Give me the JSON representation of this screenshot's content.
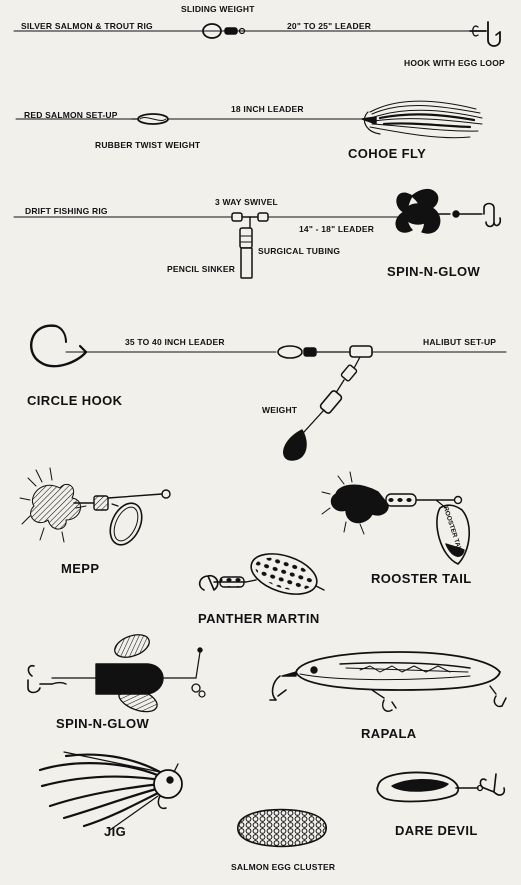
{
  "rigs": {
    "silver_salmon": {
      "name": "SILVER SALMON & TROUT RIG",
      "weight": "SLIDING WEIGHT",
      "leader": "20\" TO 25\" LEADER",
      "hook": "HOOK WITH EGG LOOP"
    },
    "red_salmon": {
      "name": "RED SALMON SET-UP",
      "leader": "18  INCH LEADER",
      "weight": "RUBBER TWIST WEIGHT",
      "fly": "COHOE FLY"
    },
    "drift": {
      "name": "DRIFT FISHING RIG",
      "swivel": "3 WAY SWIVEL",
      "leader": "14\" - 18\" LEADER",
      "tubing": "SURGICAL TUBING",
      "sinker": "PENCIL SINKER",
      "lure": "SPIN-N-GLOW"
    },
    "halibut": {
      "leader": "35 TO 40 INCH LEADER",
      "name": "HALIBUT SET-UP",
      "hook": "CIRCLE HOOK",
      "weight": "WEIGHT"
    }
  },
  "lures": {
    "mepp": "MEPP",
    "rooster_tail": "ROOSTER TAIL",
    "rooster_tail_blade_text": "ROOSTER TAIL",
    "panther_martin": "PANTHER MARTIN",
    "spin_n_glow": "SPIN-N-GLOW",
    "rapala": "RAPALA",
    "jig": "JIG",
    "dare_devil": "DARE DEVIL",
    "salmon_egg_cluster": "SALMON EGG CLUSTER"
  }
}
